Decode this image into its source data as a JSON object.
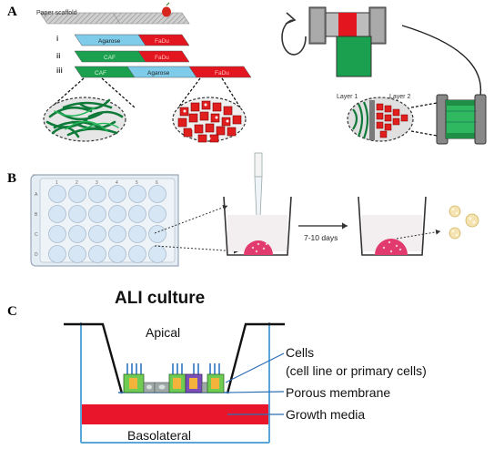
{
  "panel_a": {
    "label": "A",
    "scaffold_label": "Paper scaffold",
    "rows": [
      {
        "roman": "i",
        "left": "Agarose",
        "right": "FaDu"
      },
      {
        "roman": "ii",
        "left": "CAF",
        "right": "FaDu"
      },
      {
        "roman": "iii",
        "left": "CAF",
        "middle": "Agarose",
        "right": "FaDu"
      }
    ],
    "layer1": "Layer 1",
    "layer2": "Layer 2"
  },
  "panel_b": {
    "label": "B",
    "col_numbers": [
      "1",
      "2",
      "3",
      "4",
      "5",
      "6"
    ],
    "row_letters": [
      "A",
      "B",
      "C",
      "D"
    ],
    "arrow_text": "7-10 days"
  },
  "panel_c": {
    "label": "C",
    "title": "ALI culture",
    "apical": "Apical",
    "basolateral": "Basolateral",
    "cells_line1": "Cells",
    "cells_line2": "(cell line or primary cells)",
    "membrane": "Porous membrane",
    "media": "Growth media"
  },
  "colors": {
    "green": "#1a9a4a",
    "red": "#e01b24",
    "blue": "#6cc5ea",
    "gray": "#c8c8c8",
    "media_red": "#e8152b",
    "well_blue": "#d7e6f4"
  }
}
